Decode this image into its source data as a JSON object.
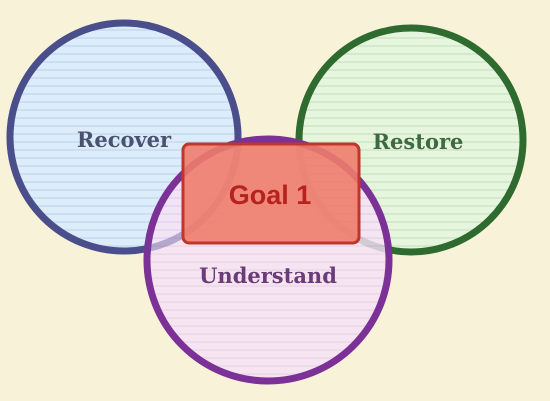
{
  "diagram": {
    "circles": [
      {
        "id": "recover",
        "label": "Recover",
        "stroke": "#4a4f8c",
        "fill": "#dcecfa",
        "line": "#c9dcf1",
        "text_color": "#4a5270"
      },
      {
        "id": "restore",
        "label": "Restore",
        "stroke": "#2f6a2f",
        "fill": "#e4f4dc",
        "line": "#cfe6c5",
        "text_color": "#3e6a42"
      },
      {
        "id": "understand",
        "label": "Understand",
        "stroke": "#7b3196",
        "fill": "#f5e0f6",
        "line": "#ead0ee",
        "text_color": "#6a3d7a"
      }
    ],
    "goal": {
      "label": "Goal 1",
      "fill": "#ee7d6b",
      "stroke": "#c0362a",
      "text_color": "#b7231c"
    }
  }
}
